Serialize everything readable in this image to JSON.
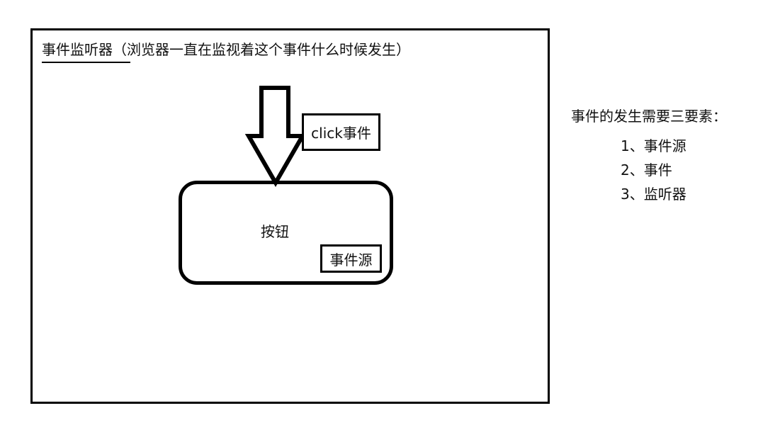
{
  "diagram": {
    "title": "事件监听器（浏览器一直在监视着这个事件什么时候发生）",
    "event_label": "click事件",
    "button_label": "按钮",
    "source_label": "事件源"
  },
  "side_notes": {
    "title": "事件的发生需要三要素：",
    "items": [
      "1、事件源",
      "2、事件",
      "3、监听器"
    ]
  }
}
